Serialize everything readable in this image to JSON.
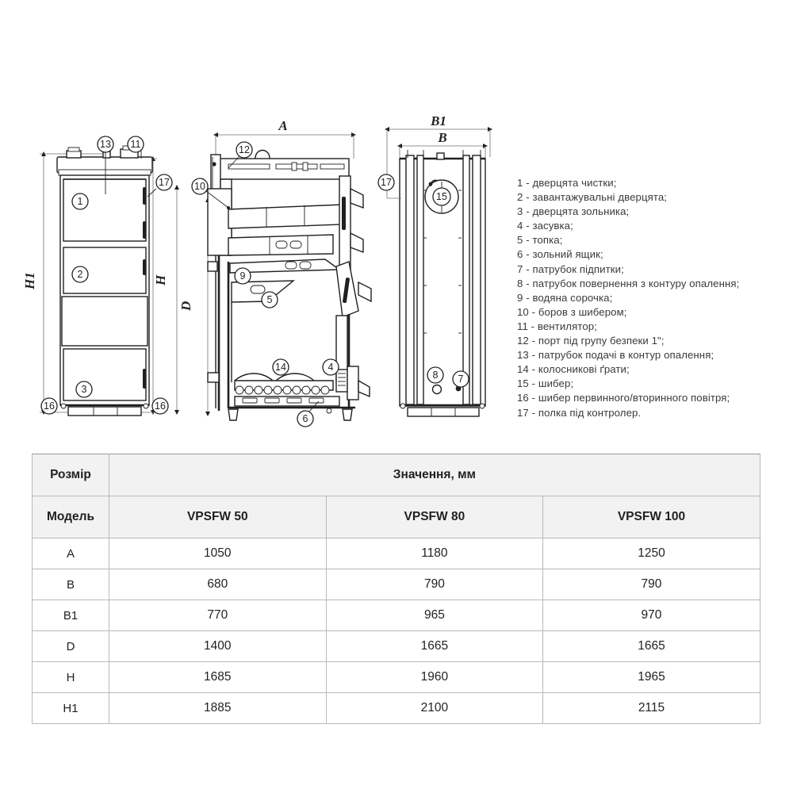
{
  "document": {
    "kind": "solid-fuel-boiler-technical-drawing",
    "views": [
      {
        "name": "front-view",
        "label": ""
      },
      {
        "name": "side-section-view",
        "label": ""
      },
      {
        "name": "rear-view",
        "label": ""
      }
    ]
  },
  "dimensions": {
    "front": {
      "h1": "H1",
      "h": "H",
      "d": "D"
    },
    "side": {
      "a": "A"
    },
    "rear": {
      "b1": "B1",
      "b": "B"
    }
  },
  "callouts": {
    "front": [
      "13",
      "11",
      "17",
      "1",
      "2",
      "3",
      "16",
      "16"
    ],
    "side": [
      "12",
      "10",
      "9",
      "5",
      "14",
      "4",
      "6"
    ],
    "rear": [
      "17",
      "15",
      "8",
      "7"
    ]
  },
  "legend": {
    "items": [
      "1 - дверцята чистки;",
      "2 - завантажувальні дверцята;",
      "3 - дверцята зольника;",
      "4 - засувка;",
      "5 - топка;",
      "6 - зольний ящик;",
      "7 - патрубок підпитки;",
      "8 - патрубок повернення з контуру опалення;",
      "9 - водяна сорочка;",
      "10 - боров з шибером;",
      "11 - вентилятор;",
      "12 - порт під групу безпеки 1\";",
      "13 - патрубок подачі в контур опалення;",
      "14 - колосникові ґрати;",
      "15 - шибер;",
      "16 - шибер первинного/вторинного повітря;",
      "17 -  полка під контролер."
    ]
  },
  "table": {
    "header_size_label": "Розмір",
    "header_values_label": "Значення, мм",
    "header_model_label": "Модель",
    "models": [
      "VPSFW 50",
      "VPSFW 80",
      "VPSFW 100"
    ],
    "rows": [
      {
        "label": "A",
        "values": [
          "1050",
          "1180",
          "1250"
        ]
      },
      {
        "label": "B",
        "values": [
          "680",
          "790",
          "790"
        ]
      },
      {
        "label": "B1",
        "values": [
          "770",
          "965",
          "970"
        ]
      },
      {
        "label": "D",
        "values": [
          "1400",
          "1665",
          "1665"
        ]
      },
      {
        "label": "H",
        "values": [
          "1685",
          "1960",
          "1965"
        ]
      },
      {
        "label": "H1",
        "values": [
          "1885",
          "2100",
          "2115"
        ]
      }
    ]
  },
  "colors": {
    "ink": "#231f20",
    "legend_text": "#3a3a3c",
    "table_header_bg": "#f2f2f2",
    "table_border": "#b8b8b8",
    "page_bg": "#ffffff"
  }
}
